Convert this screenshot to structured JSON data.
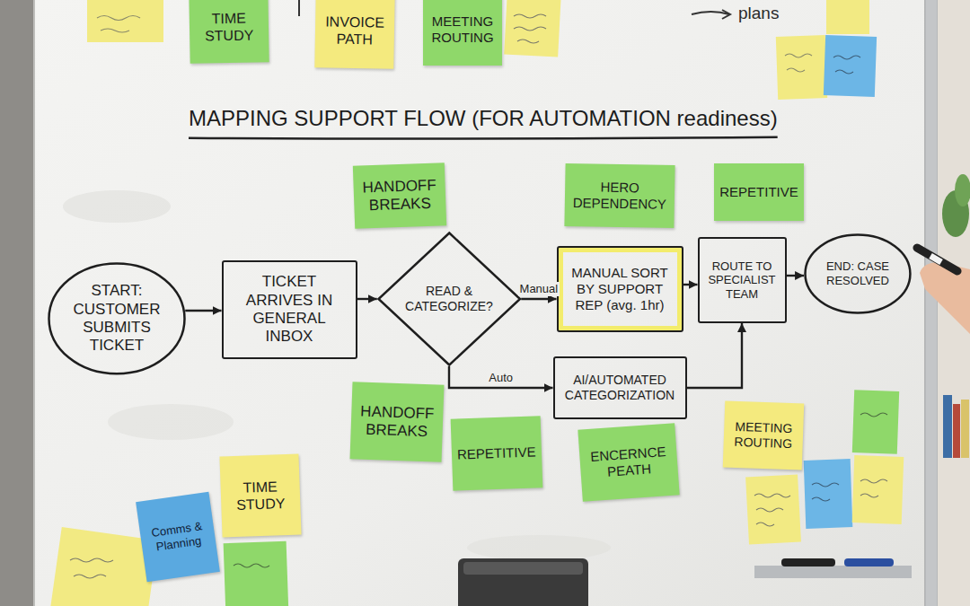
{
  "diagram": {
    "title": "MAPPING SUPPORT FLOW (FOR AUTOMATION readiness)",
    "nodes": [
      {
        "text": [
          "START: CUSTOMER SUBMITS TICKET"
        ]
      },
      {
        "text": [
          "TICKET ARRIVES IN GENERAL INBOX"
        ]
      },
      {
        "text": [
          "READ & CATEGORIZE?"
        ]
      },
      {
        "text": [
          "MANUAL SORT BY SUPPORT REP (avg. 1hr)"
        ]
      },
      {
        "text": [
          "AI/AUTOMATED CATEGORIZATION"
        ]
      },
      {
        "text": [
          "ROUTE TO SPECIALIST TEAM"
        ]
      },
      {
        "text": [
          "END: CASE RESOLVED"
        ]
      },
      {
        "text": [
          "TIME STUDY"
        ]
      },
      {
        "text": [
          "INVOICE PATH"
        ]
      },
      {
        "text": [
          "MEETING ROUTING"
        ]
      },
      {
        "text": [
          "HANDOFF BREAKS"
        ]
      },
      {
        "text": [
          "HERO DEPENDENCY"
        ]
      },
      {
        "text": [
          "REPETITIVE"
        ]
      },
      {
        "text": [
          "HANDOFF BREAKS"
        ]
      },
      {
        "text": [
          "REPETITIVE"
        ]
      },
      {
        "text": [
          "ENCERNCE PEATH"
        ]
      },
      {
        "text": [
          "MEETING ROUTING"
        ]
      },
      {
        "text": [
          "TIME STUDY"
        ]
      },
      {
        "text": [
          "Comms & Planning"
        ]
      }
    ],
    "edges": [
      {
        "from": 0,
        "to": 1,
        "arrow": "to"
      },
      {
        "from": 1,
        "to": 2,
        "arrow": "to"
      },
      {
        "from": 2,
        "to": 3,
        "label": "Manual",
        "arrow": "to"
      },
      {
        "from": 2,
        "to": 4,
        "label": "Auto",
        "arrow": "to"
      },
      {
        "from": 3,
        "to": 5,
        "arrow": "to"
      },
      {
        "from": 4,
        "to": 5,
        "arrow": "to"
      },
      {
        "from": 5,
        "to": 6,
        "arrow": "to"
      }
    ],
    "labels": [
      "plans"
    ]
  }
}
